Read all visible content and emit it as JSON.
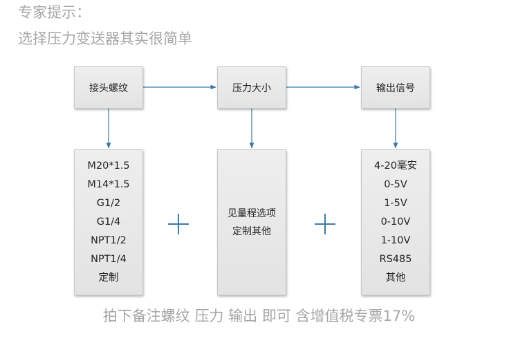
{
  "tip": {
    "heading": "专家提示：",
    "text": "选择压力变送器其实很简单"
  },
  "top_boxes": [
    {
      "label": "接头螺纹"
    },
    {
      "label": "压力大小"
    },
    {
      "label": "输出信号"
    }
  ],
  "thread_options": [
    "M20*1.5",
    "M14*1.5",
    "G1/2",
    "G1/4",
    "NPT1/2",
    "NPT1/4",
    "定制"
  ],
  "pressure_options": [
    "见量程选项",
    "定制其他"
  ],
  "output_options": [
    "4-20毫安",
    "0-5V",
    "1-5V",
    "0-10V",
    "1-10V",
    "RS485",
    "其他"
  ],
  "bottom_note": "拍下备注螺纹  压力  输出  即可    含增值税专票17%",
  "colors": {
    "arrow": "#3b7aa8",
    "plus": "#3b7aa8",
    "tip_text": "#a6a6a6",
    "box_border": "#c9c9c9"
  },
  "icons": {
    "plus": "plus-icon",
    "arrow": "arrow-icon"
  }
}
